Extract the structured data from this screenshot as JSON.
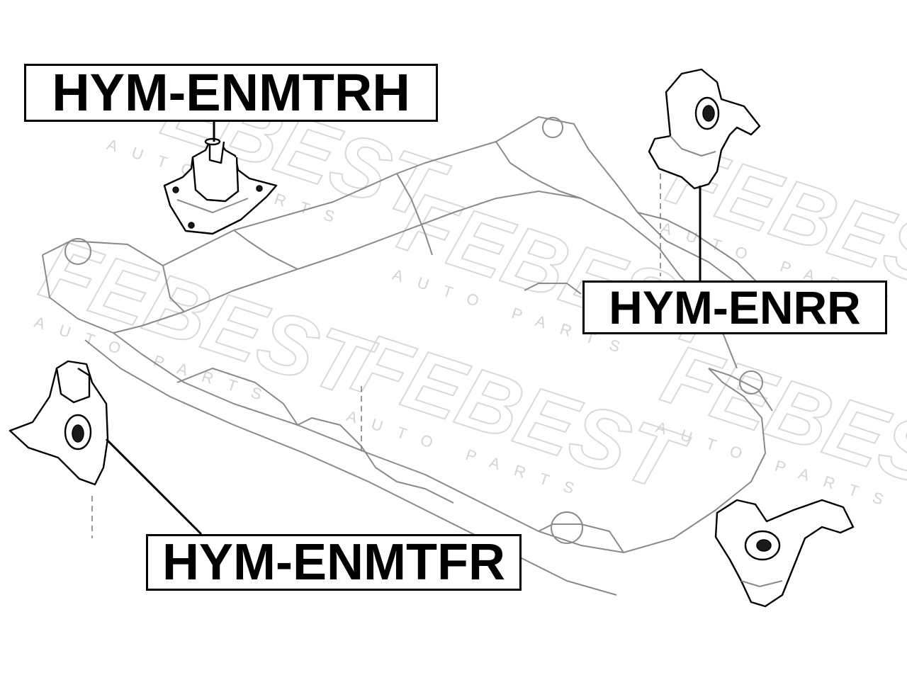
{
  "watermark": {
    "brand": "FEBEST",
    "tagline": "AUTO PARTS"
  },
  "labels": {
    "engine_mount_rear_right": "HYM-ENMTRH",
    "engine_mount_rear": "HYM-ENRR",
    "engine_mount_front_right": "HYM-ENMTFR"
  }
}
